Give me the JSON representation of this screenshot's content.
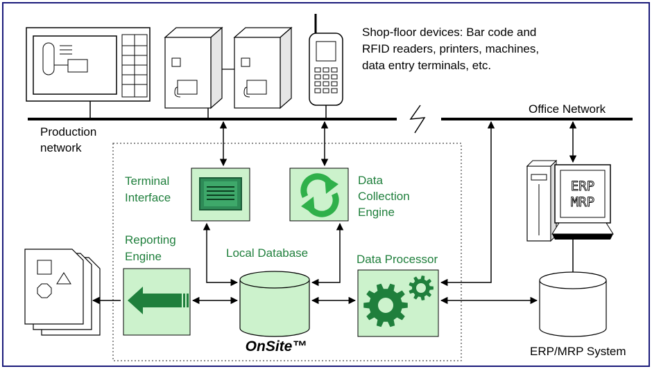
{
  "labels": {
    "devices_line1": "Shop-floor devices: Bar code and",
    "devices_line2": "RFID readers, printers,  machines,",
    "devices_line3": "data entry terminals, etc.",
    "production_line1": "Production",
    "production_line2": "network",
    "office_network": "Office Network",
    "terminal_line1": "Terminal",
    "terminal_line2": "Interface",
    "dce_line1": "Data",
    "dce_line2": "Collection",
    "dce_line3": "Engine",
    "reporting_line1": "Reporting",
    "reporting_line2": "Engine",
    "local_database": "Local Database",
    "data_processor": "Data Processor",
    "onsite": "OnSite™",
    "erp_system": "ERP/MRP System",
    "monitor_line1": "ERP",
    "monitor_line2": "MRP"
  },
  "colors": {
    "frame_border": "#1a1a7a",
    "component_fill": "#ccf2cc",
    "component_dark": "#1f7f3c",
    "terminal_screen": "#2e8b57"
  }
}
